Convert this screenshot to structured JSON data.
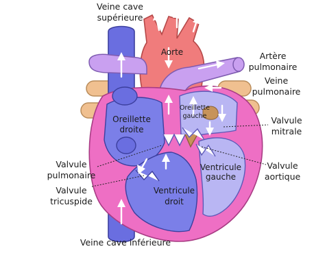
{
  "labels": {
    "svc_line1": "Veine cave",
    "svc_line2": "supérieure",
    "aorte": "Aorte",
    "art_pulm_line1": "Artère",
    "art_pulm_line2": "pulmonaire",
    "vein_pulm_line1": "Veine",
    "vein_pulm_line2": "pulmonaire",
    "or_droite_line1": "Oreillette",
    "or_droite_line2": "droite",
    "or_gauche_line1": "Oreillette",
    "or_gauche_line2": "gauche",
    "valv_mitrale_line1": "Valvule",
    "valv_mitrale_line2": "mitrale",
    "valv_aortique_line1": "Valvule",
    "valv_aortique_line2": "aortique",
    "valv_pulm_line1": "Valvule",
    "valv_pulm_line2": "pulmonaire",
    "valv_tric_line1": "Valvule",
    "valv_tric_line2": "tricuspide",
    "vent_gauche_line1": "Ventricule",
    "vent_gauche_line2": "gauche",
    "vent_droit_line1": "Ventricule",
    "vent_droit_line2": "droit",
    "vci": "Veine cave inférieure"
  },
  "colors": {
    "vena_cava": "#6a6ee0",
    "aorta": "#f07c7c",
    "pulmonary_artery": "#c9a0f0",
    "pulmonary_vein": "#f0c090",
    "heart_wall": "#ee6fc4",
    "right_chambers": "#7b7fe8",
    "left_chambers": "#b9b6f3"
  }
}
